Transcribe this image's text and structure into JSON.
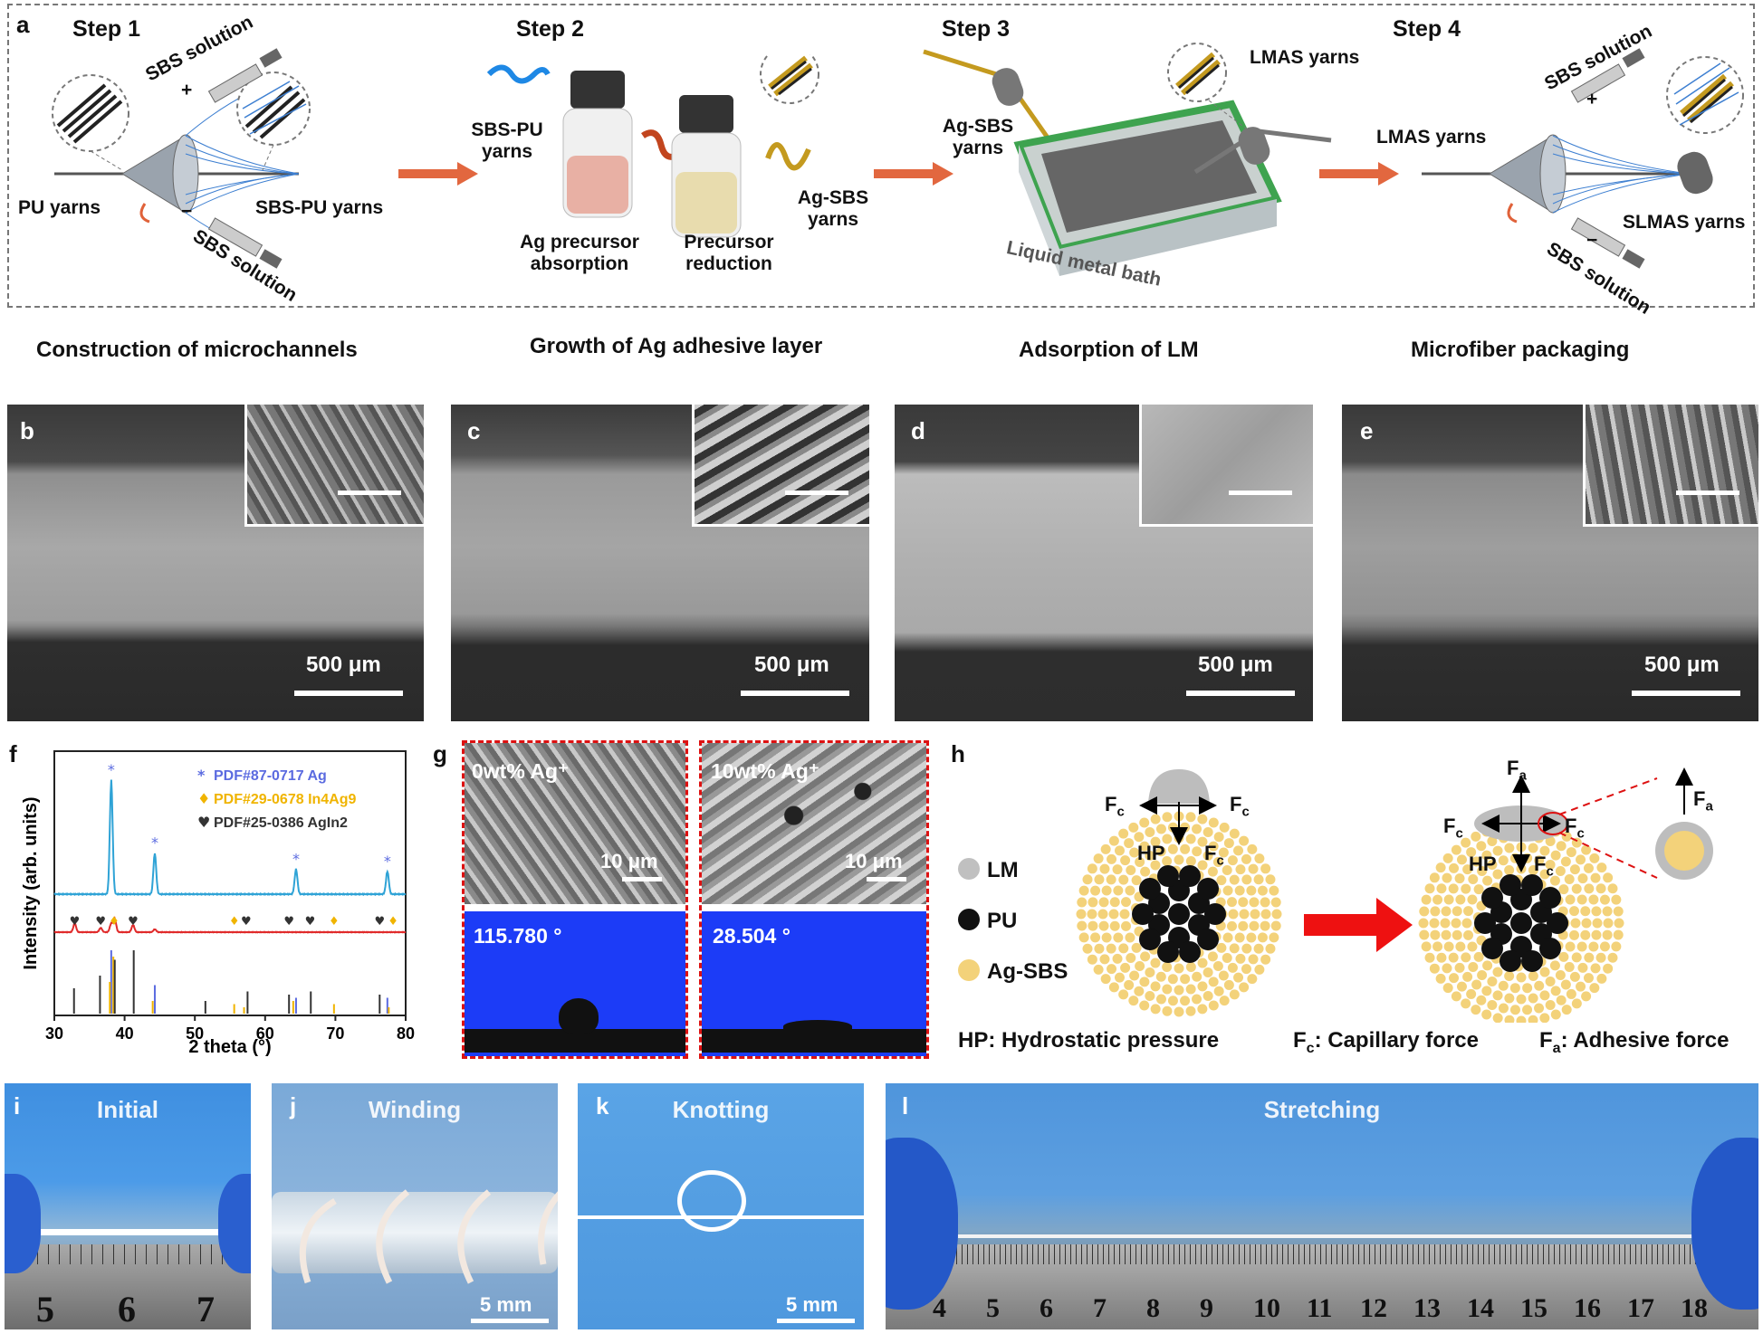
{
  "panel_a": {
    "letter": "a",
    "steps": [
      {
        "title": "Step 1",
        "caption": "Construction of microchannels",
        "labels": {
          "sbs_top": "SBS solution",
          "sbs_bottom": "SBS solution",
          "pu_yarns": "PU yarns",
          "sbs_pu_yarns": "SBS-PU yarns",
          "plus": "+",
          "minus": "−"
        }
      },
      {
        "title": "Step 2",
        "caption": "Growth of Ag adhesive layer",
        "labels": {
          "sbs_pu_yarns": "SBS-PU yarns",
          "ag_precursor": "Ag precursor absorption",
          "precursor_reduction": "Precursor reduction",
          "ag_sbs_yarns": "Ag-SBS yarns"
        }
      },
      {
        "title": "Step 3",
        "caption": "Adsorption of LM",
        "labels": {
          "ag_sbs_yarns": "Ag-SBS yarns",
          "lmas_yarns": "LMAS yarns",
          "bath": "Liquid metal bath"
        }
      },
      {
        "title": "Step 4",
        "caption": "Microfiber packaging",
        "labels": {
          "sbs_top": "SBS solution",
          "sbs_bottom": "SBS solution",
          "lmas_yarns": "LMAS yarns",
          "slmas_yarns": "SLMAS yarns",
          "plus": "+",
          "minus": "−"
        }
      }
    ]
  },
  "sem_panels": [
    {
      "letter": "b",
      "scale": "500 μm"
    },
    {
      "letter": "c",
      "scale": "500 μm"
    },
    {
      "letter": "d",
      "scale": "500 μm"
    },
    {
      "letter": "e",
      "scale": "500 μm"
    }
  ],
  "panel_f": {
    "letter": "f",
    "chart_data": {
      "type": "line",
      "xlabel": "2 theta (°)",
      "ylabel": "Intensity (arb. units)",
      "xlim": [
        30,
        80
      ],
      "xticks": [
        "30",
        "40",
        "50",
        "60",
        "70",
        "80"
      ],
      "legend": [
        {
          "symbol": "*",
          "name": "PDF#87-0717 Ag",
          "color": "#5b6be0"
        },
        {
          "symbol": "♦",
          "name": "PDF#29-0678 In4Ag9",
          "color": "#f0b400"
        },
        {
          "symbol": "♥",
          "name": "PDF#25-0386 AgIn2",
          "color": "#333333"
        }
      ],
      "series": [
        {
          "color": "#2fa3d6",
          "peaks": [
            [
              38.1,
              1.0
            ],
            [
              44.3,
              0.36
            ],
            [
              64.4,
              0.22
            ],
            [
              77.4,
              0.2
            ]
          ]
        },
        {
          "color": "#e02a2a",
          "peaks": [
            [
              32.9,
              0.12
            ],
            [
              36.6,
              0.06
            ],
            [
              38.1,
              0.12
            ],
            [
              38.6,
              0.18
            ],
            [
              41.2,
              0.1
            ],
            [
              44.3,
              0.04
            ]
          ]
        }
      ],
      "reference_lines": {
        "Ag": {
          "color": "#5b6be0",
          "x": [
            38.1,
            44.3,
            64.4,
            77.4
          ],
          "h": [
            1.0,
            0.45,
            0.25,
            0.25
          ]
        },
        "In4Ag9": {
          "color": "#f0b400",
          "x": [
            37.9,
            38.4,
            44.0,
            55.6,
            57.0,
            64.0,
            69.8,
            77.6
          ],
          "h": [
            0.5,
            0.9,
            0.2,
            0.15,
            0.1,
            0.2,
            0.15,
            0.1
          ]
        },
        "AgIn2": {
          "color": "#333333",
          "x": [
            32.8,
            36.5,
            38.6,
            41.3,
            51.5,
            57.5,
            63.4,
            66.5,
            76.3
          ],
          "h": [
            0.4,
            0.6,
            0.85,
            1.0,
            0.2,
            0.35,
            0.3,
            0.35,
            0.3
          ]
        }
      },
      "markers_red": [
        {
          "x": 32.9,
          "sym": "♥"
        },
        {
          "x": 36.6,
          "sym": "♥"
        },
        {
          "x": 38.5,
          "sym": "♦"
        },
        {
          "x": 41.2,
          "sym": "♥"
        },
        {
          "x": 55.6,
          "sym": "♦"
        },
        {
          "x": 57.3,
          "sym": "♥"
        },
        {
          "x": 63.4,
          "sym": "♥"
        },
        {
          "x": 66.4,
          "sym": "♥"
        },
        {
          "x": 69.8,
          "sym": "♦"
        },
        {
          "x": 76.3,
          "sym": "♥"
        },
        {
          "x": 78.2,
          "sym": "♦"
        }
      ],
      "markers_blue": [
        38.1,
        44.3,
        64.4,
        77.4
      ]
    }
  },
  "panel_g": {
    "letter": "g",
    "left": {
      "title": "0wt% Ag⁺",
      "scale": "10 μm",
      "angle": "115.780 °"
    },
    "right": {
      "title": "10wt% Ag⁺",
      "scale": "10 μm",
      "angle": "28.504 °"
    }
  },
  "panel_h": {
    "letter": "h",
    "legend": [
      {
        "name": "LM",
        "color": "#c0c0c0"
      },
      {
        "name": "PU",
        "color": "#111111"
      },
      {
        "name": "Ag-SBS",
        "color": "#f3d27a"
      }
    ],
    "forces": {
      "fc": "F",
      "fc_sub": "c",
      "fa": "F",
      "fa_sub": "a",
      "hp": "HP"
    },
    "notes": {
      "hp": "HP: Hydrostatic pressure",
      "fc": "F",
      "fc_sub": "c",
      "fc_text": ": Capillary force",
      "fa": "F",
      "fa_sub": "a",
      "fa_text": ": Adhesive force"
    }
  },
  "photo_panels": [
    {
      "letter": "i",
      "title": "Initial",
      "ruler": [
        "5",
        "6",
        "7"
      ]
    },
    {
      "letter": "j",
      "title": "Winding",
      "scale": "5 mm"
    },
    {
      "letter": "k",
      "title": "Knotting",
      "scale": "5 mm"
    },
    {
      "letter": "l",
      "title": "Stretching",
      "ruler": [
        "4",
        "5",
        "6",
        "7",
        "8",
        "9",
        "10",
        "11",
        "12",
        "13",
        "14",
        "15",
        "16",
        "17",
        "18"
      ]
    }
  ]
}
